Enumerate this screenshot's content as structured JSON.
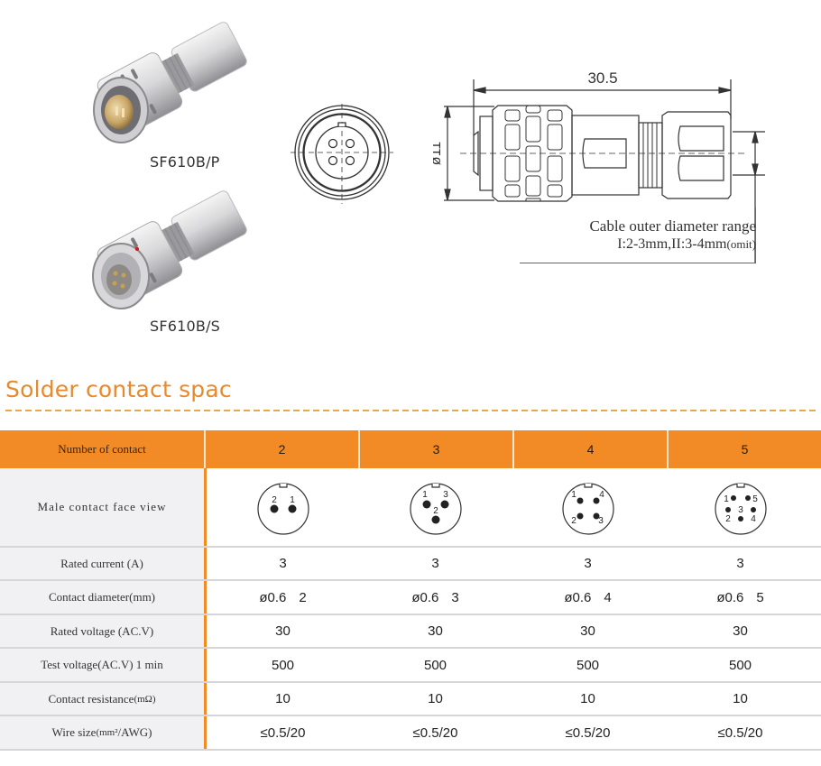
{
  "products": [
    {
      "label": "SF610B/P",
      "type": "plug",
      "contacts_visible": "male pins"
    },
    {
      "label": "SF610B/S",
      "type": "socket",
      "contacts_visible": "female sockets"
    }
  ],
  "drawing": {
    "length_dim": "30.5",
    "diameter_dim": "ø11",
    "cable_note_line1": "Cable outer diameter range",
    "cable_note_line2": "I:2-3mm,II:3-4mm",
    "cable_note_omit": "(omit)"
  },
  "section": {
    "title": "Solder contact spac"
  },
  "table": {
    "header": {
      "label": "Number of contact",
      "values": [
        "2",
        "3",
        "4",
        "5"
      ]
    },
    "face_view": {
      "label": "Male contact face view",
      "diagrams": [
        {
          "pins": [
            "2",
            "1"
          ]
        },
        {
          "pins": [
            "1",
            "3",
            "2"
          ]
        },
        {
          "pins": [
            "1",
            "4",
            "2",
            "3"
          ]
        },
        {
          "pins": [
            "1",
            "5",
            "3",
            "2",
            "4"
          ]
        }
      ]
    },
    "rows": [
      {
        "label": "Rated current (A)",
        "values": [
          "3",
          "3",
          "3",
          "3"
        ]
      },
      {
        "label": "Contact diameter(mm)",
        "values": [
          {
            "d": "ø0.6",
            "n": "2"
          },
          {
            "d": "ø0.6",
            "n": "3"
          },
          {
            "d": "ø0.6",
            "n": "4"
          },
          {
            "d": "ø0.6",
            "n": "5"
          }
        ]
      },
      {
        "label": "Rated voltage (AC.V)",
        "values": [
          "30",
          "30",
          "30",
          "30"
        ]
      },
      {
        "label": "Test voltage(AC.V) 1 min",
        "values": [
          "500",
          "500",
          "500",
          "500"
        ]
      },
      {
        "label": "Contact resistance",
        "label_unit": "(mΩ)",
        "values": [
          "10",
          "10",
          "10",
          "10"
        ]
      },
      {
        "label": "Wire size",
        "label_unit": "(mm²",
        "label_tail": "/AWG)",
        "values": [
          "≤0.5/20",
          "≤0.5/20",
          "≤0.5/20",
          "≤0.5/20"
        ]
      }
    ]
  },
  "colors": {
    "accent_orange": "#f28a25",
    "title_orange": "#e78a2e",
    "label_bg": "#f1f0f2",
    "row_line": "#d6d6d8"
  }
}
